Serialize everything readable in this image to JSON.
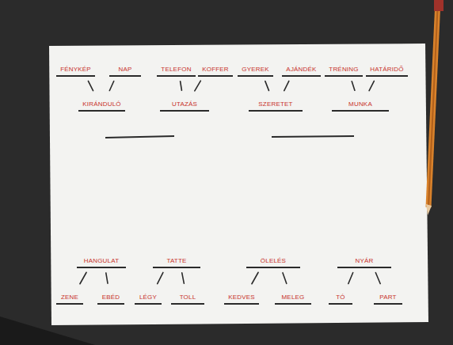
{
  "diagram": {
    "nodes": [
      {
        "text": [
          "FÉNYKÉP"
        ]
      },
      {
        "text": [
          "NAP"
        ]
      },
      {
        "text": [
          "TELEFON"
        ]
      },
      {
        "text": [
          "KOFFER"
        ]
      },
      {
        "text": [
          "GYEREK"
        ]
      },
      {
        "text": [
          "AJÁNDÉK"
        ]
      },
      {
        "text": [
          "TRÉNING"
        ]
      },
      {
        "text": [
          "HATÁRIDŐ"
        ]
      },
      {
        "text": [
          "KIRÁNDULÓ"
        ]
      },
      {
        "text": [
          "UTAZÁS"
        ]
      },
      {
        "text": [
          "SZERETET"
        ]
      },
      {
        "text": [
          "MUNKA"
        ]
      },
      {
        "text": [
          "HANGULAT"
        ]
      },
      {
        "text": [
          "TATTE"
        ]
      },
      {
        "text": [
          "ÖLELÉS"
        ]
      },
      {
        "text": [
          "NYÁR"
        ]
      },
      {
        "text": [
          "ZENE"
        ]
      },
      {
        "text": [
          "EBÉD"
        ]
      },
      {
        "text": [
          "LÉGY"
        ]
      },
      {
        "text": [
          "TOLL"
        ]
      },
      {
        "text": [
          "KEDVES"
        ]
      },
      {
        "text": [
          "MELEG"
        ]
      },
      {
        "text": [
          "TÓ"
        ]
      },
      {
        "text": [
          "PART"
        ]
      }
    ],
    "edges": [
      {
        "from": 0,
        "to": 8,
        "arrow": "none"
      },
      {
        "from": 1,
        "to": 8,
        "arrow": "none"
      },
      {
        "from": 2,
        "to": 9,
        "arrow": "none"
      },
      {
        "from": 3,
        "to": 9,
        "arrow": "none"
      },
      {
        "from": 4,
        "to": 10,
        "arrow": "none"
      },
      {
        "from": 5,
        "to": 10,
        "arrow": "none"
      },
      {
        "from": 6,
        "to": 11,
        "arrow": "none"
      },
      {
        "from": 7,
        "to": 11,
        "arrow": "none"
      },
      {
        "from": 12,
        "to": 16,
        "arrow": "none"
      },
      {
        "from": 12,
        "to": 17,
        "arrow": "none"
      },
      {
        "from": 13,
        "to": 18,
        "arrow": "none"
      },
      {
        "from": 13,
        "to": 19,
        "arrow": "none"
      },
      {
        "from": 14,
        "to": 20,
        "arrow": "none"
      },
      {
        "from": 14,
        "to": 21,
        "arrow": "none"
      },
      {
        "from": 15,
        "to": 22,
        "arrow": "none"
      },
      {
        "from": 15,
        "to": 23,
        "arrow": "none"
      }
    ]
  }
}
